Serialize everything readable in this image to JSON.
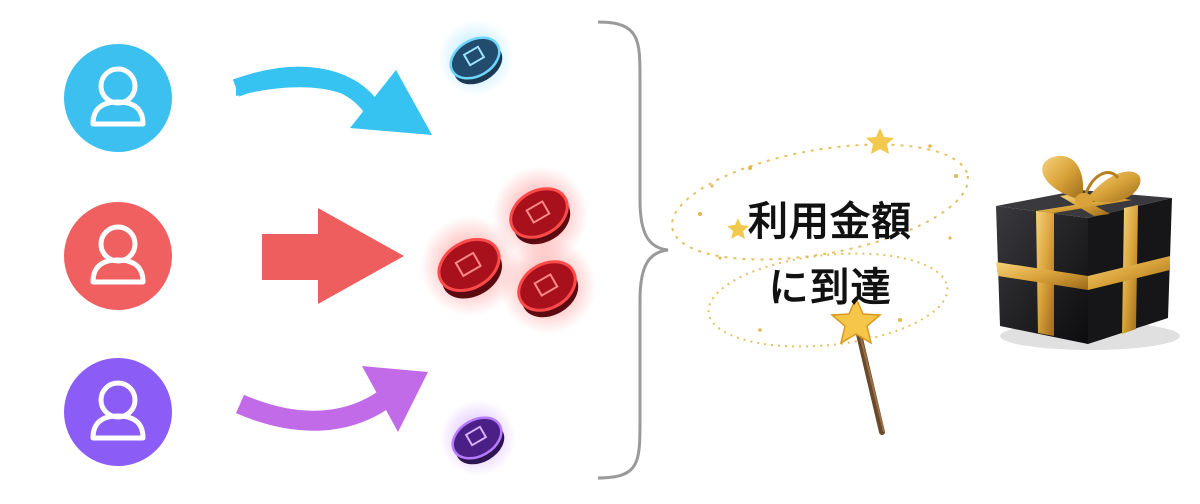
{
  "users": [
    {
      "name": "user-blue",
      "color": "#3BC0F0",
      "arrow": "curved-arrow",
      "coin_color": "#3AA7DB",
      "coins": 1
    },
    {
      "name": "user-red",
      "color": "#F16060",
      "arrow": "straight-arrow",
      "coin_color": "#D61E2A",
      "coins": 3
    },
    {
      "name": "user-purple",
      "color": "#8B5CF6",
      "arrow": "curved-arrow",
      "coin_color": "#7A3FD1",
      "coins": 1
    }
  ],
  "brace_color": "#9A9A9A",
  "caption": {
    "line1": "利用金額",
    "line2": "に到達"
  },
  "icons": {
    "user": "person-icon",
    "coin": "gift-coin-icon",
    "wand": "magic-wand-icon",
    "gift": "gift-box-icon"
  },
  "colors": {
    "arrow_blue": "#36C3F2",
    "arrow_red": "#EF5E5F",
    "arrow_purple": "#C26BE8",
    "gold": "#E0B038",
    "gift_box": "#1E1E20"
  }
}
